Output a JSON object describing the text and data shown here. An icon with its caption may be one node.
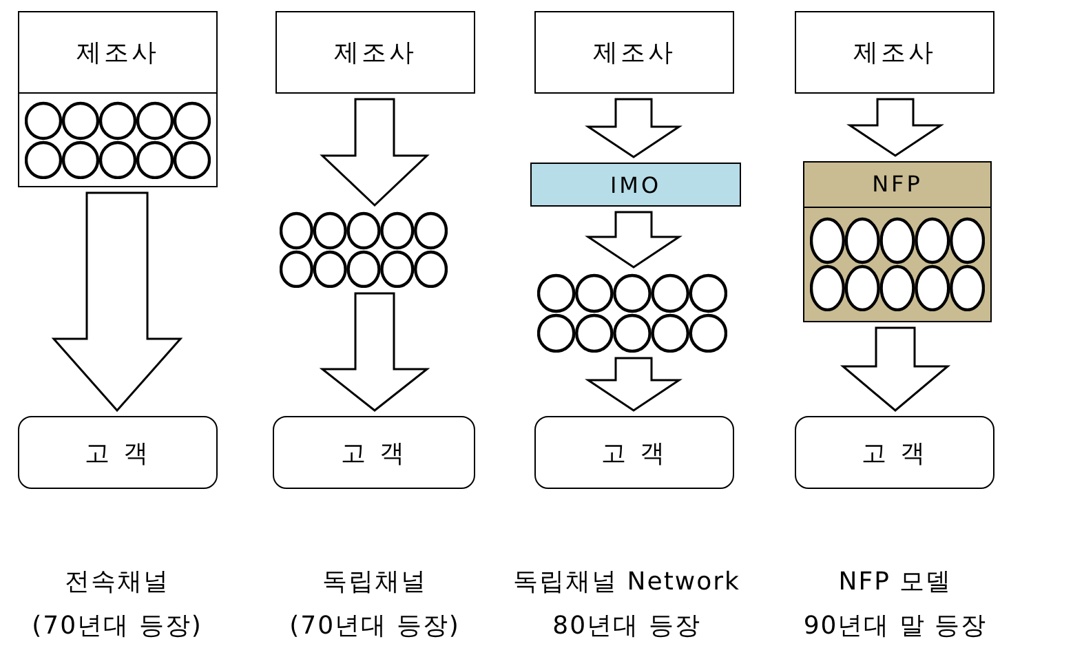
{
  "diagram": {
    "nodes": [
      {
        "text": [
          "제조사"
        ]
      },
      {
        "text": [],
        "shape": "box"
      },
      {
        "text": [
          "고 객"
        ]
      },
      {
        "text": [
          "제조사"
        ]
      },
      {
        "text": [],
        "shape": "circle"
      },
      {
        "text": [
          "고 객"
        ]
      },
      {
        "text": [
          "제조사"
        ]
      },
      {
        "text": [
          "IMO"
        ]
      },
      {
        "text": [],
        "shape": "circle"
      },
      {
        "text": [
          "고 객"
        ]
      },
      {
        "text": [
          "제조사"
        ]
      },
      {
        "text": [
          "NFP"
        ]
      },
      {
        "text": [
          "고 객"
        ]
      }
    ],
    "edges": [
      {
        "from": 1,
        "to": 2,
        "arrow": "to"
      },
      {
        "from": 3,
        "to": 4,
        "arrow": "to"
      },
      {
        "from": 4,
        "to": 5,
        "arrow": "to"
      },
      {
        "from": 6,
        "to": 7,
        "arrow": "to"
      },
      {
        "from": 7,
        "to": 8,
        "arrow": "to"
      },
      {
        "from": 8,
        "to": 9,
        "arrow": "to"
      },
      {
        "from": 10,
        "to": 11,
        "arrow": "to"
      },
      {
        "from": 11,
        "to": 12,
        "arrow": "to"
      }
    ],
    "labels": [
      "전속채널",
      "독립채널",
      "독립채널 Network",
      "NFP 모델",
      "(70년대 등장)",
      "(70년대 등장)",
      "80년대 등장",
      "90년대 말 등장"
    ]
  }
}
